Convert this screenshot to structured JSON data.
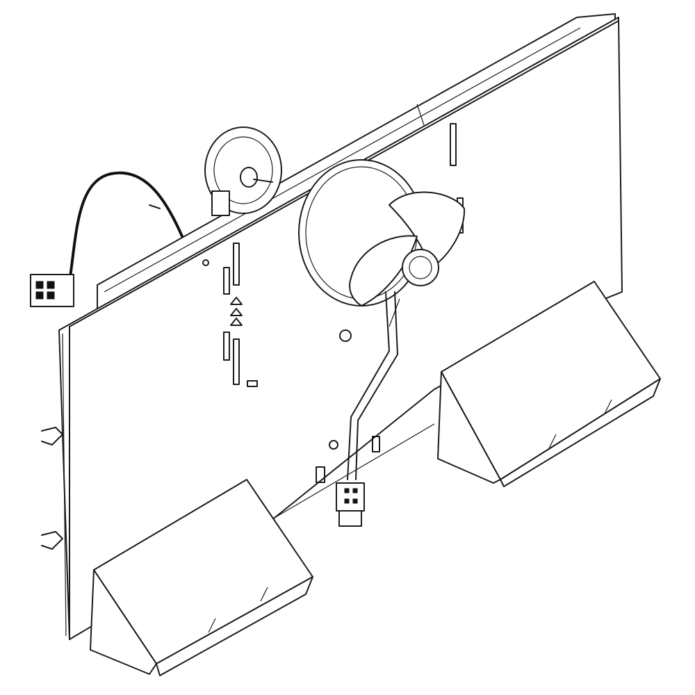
{
  "diagram": {
    "line_color": "#1a1a1a",
    "background": "#ffffff",
    "parts": [
      "evaporator-cover-panel",
      "rear-mounting-frame",
      "fan-motor",
      "fan-shroud",
      "fan-blade",
      "wire-harness",
      "harness-connector",
      "power-cord",
      "power-plug",
      "left-air-duct",
      "right-air-duct",
      "mounting-clip"
    ]
  }
}
